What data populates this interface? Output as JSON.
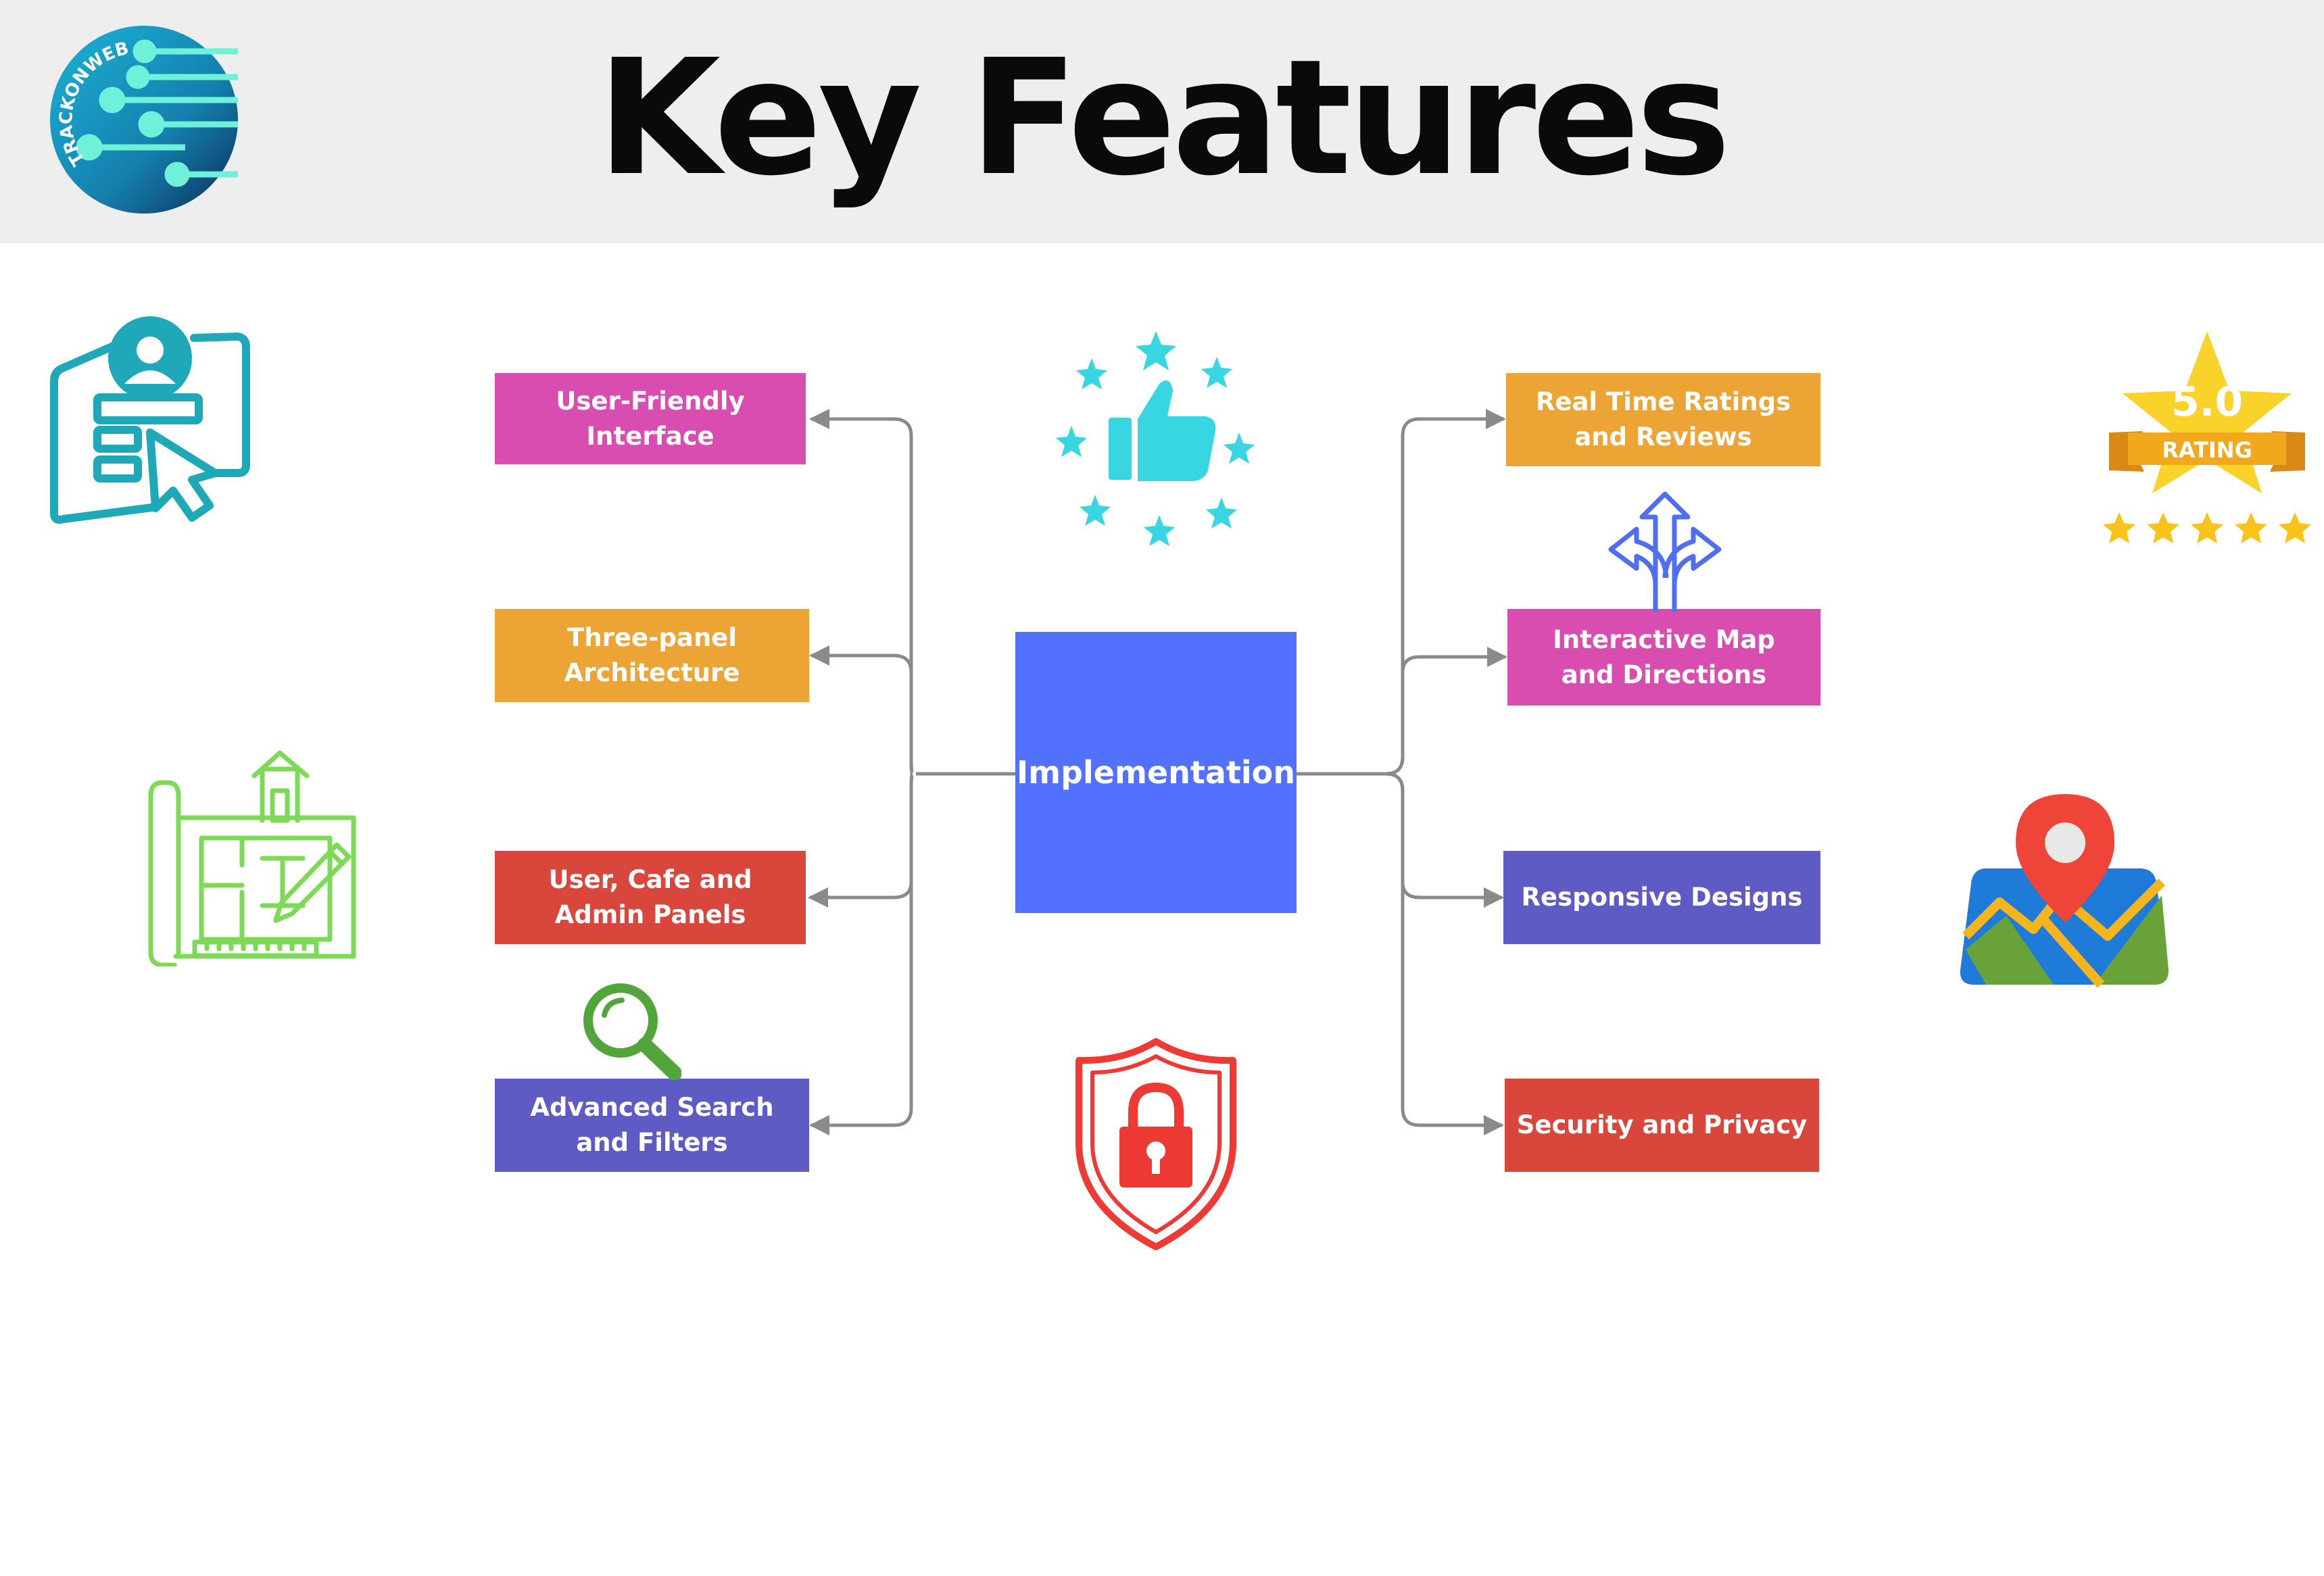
{
  "header": {
    "title": "Key Features"
  },
  "logo": {
    "text": "TRACKONWEB"
  },
  "center": {
    "label": "Implementation"
  },
  "features_left": [
    {
      "label": "User-Friendly Interface",
      "color": "#d84daf"
    },
    {
      "label": "Three-panel Architecture",
      "color": "#eca434"
    },
    {
      "label": "User, Cafe and Admin Panels",
      "color": "#d9473c"
    },
    {
      "label": "Advanced Search and Filters",
      "color": "#5f5bc4"
    }
  ],
  "features_right": [
    {
      "label": "Real Time Ratings and Reviews",
      "color": "#eca434"
    },
    {
      "label": "Interactive Map and Directions",
      "color": "#d84daf"
    },
    {
      "label": "Responsive Designs",
      "color": "#5f5bc4"
    },
    {
      "label": "Security and Privacy",
      "color": "#d9473c"
    }
  ],
  "rating_badge": {
    "score": "5.0",
    "label": "RATING"
  },
  "icons": [
    "user-interface-icon",
    "thumbs-up-stars-icon",
    "rating-badge-icon",
    "direction-arrows-icon",
    "blueprint-icon",
    "map-pin-icon",
    "magnifier-icon",
    "shield-lock-icon"
  ],
  "colors": {
    "header_bg": "#eeeeee",
    "center": "#5271ff",
    "connector": "#8a8a8a",
    "teal": "#1fa8b8",
    "green": "#7ed957",
    "star_gold": "#f5c518"
  }
}
